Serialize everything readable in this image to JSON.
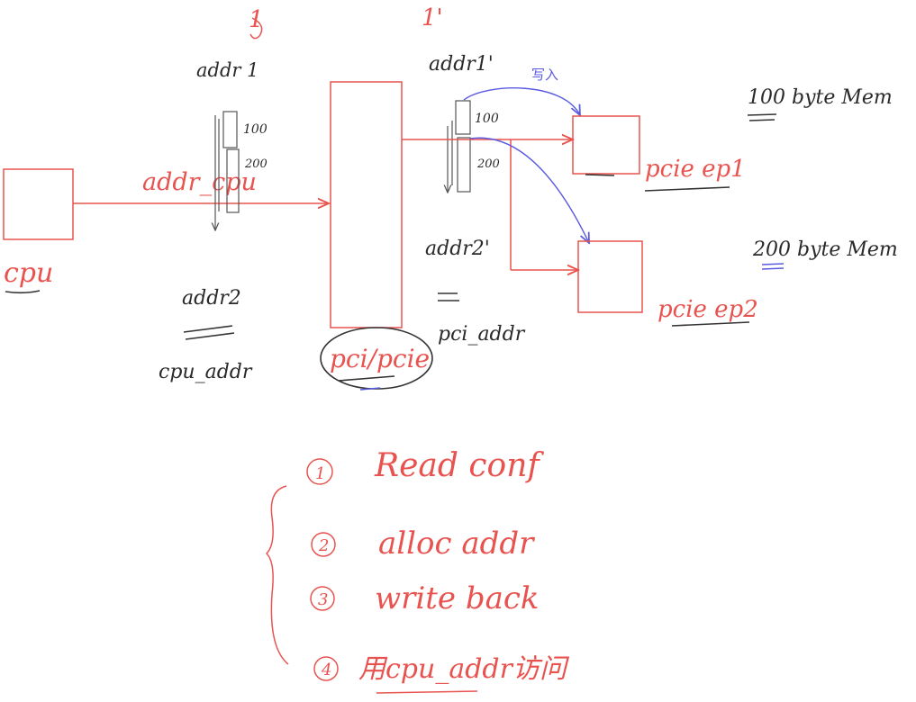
{
  "labels": {
    "step1_top": "1",
    "step1_prime_top": "1'",
    "addr1": "addr 1",
    "addr1_prime": "addr1'",
    "cpu": "cpu",
    "addr_cpu": "addr_cpu",
    "addr2": "addr2",
    "cpu_addr": "cpu_addr",
    "pci_pcie": "pci/pcie",
    "addr2_prime": "addr2'",
    "pci_addr": "pci_addr",
    "eq1": "=",
    "eq2": "=",
    "mark_100_left": "100",
    "mark_200_left": "200",
    "mark_100_right": "100",
    "mark_200_right": "200",
    "blue_note": "写入",
    "ep1_mem": "100 byte Mem",
    "ep2_mem": "200 byte Mem",
    "pcie_ep1": "pcie ep1",
    "pcie_ep2": "pcie ep2"
  },
  "steps": [
    {
      "num": "1",
      "text": "Read conf"
    },
    {
      "num": "2",
      "text": "alloc addr"
    },
    {
      "num": "3",
      "text": "write back"
    },
    {
      "num": "4",
      "text": "用cpu_addr访问"
    }
  ]
}
